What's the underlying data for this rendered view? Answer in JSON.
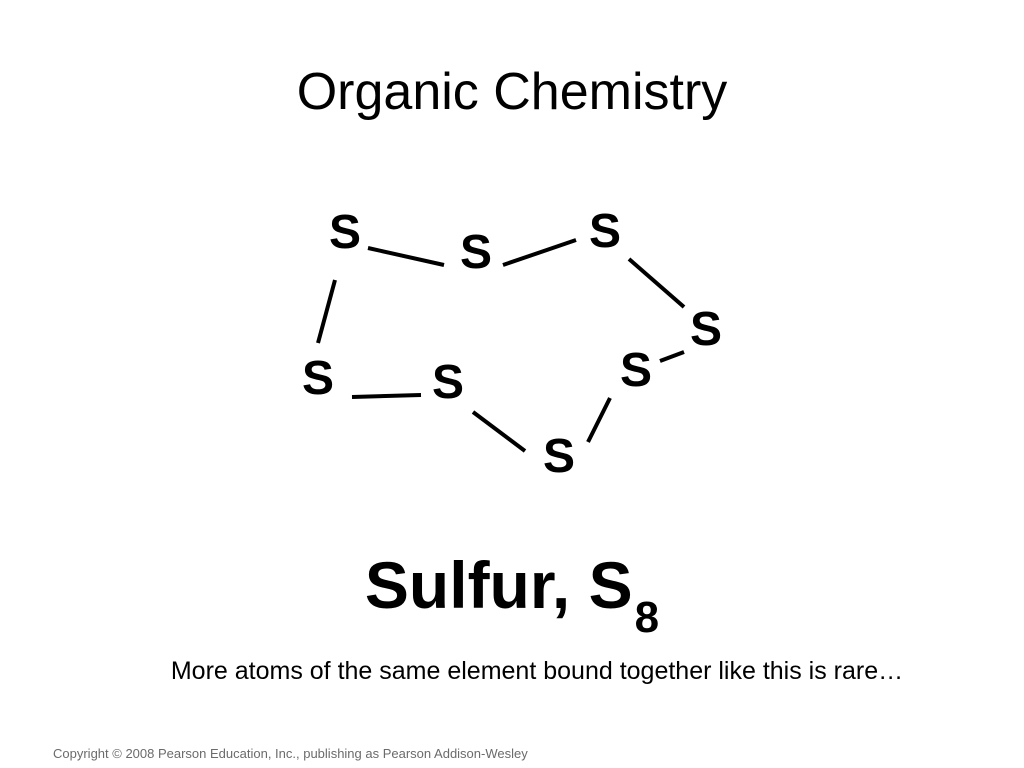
{
  "slide": {
    "title": "Organic Chemistry",
    "formula_name": "Sulfur, S",
    "formula_subscript": "8",
    "caption": "More atoms of the same element bound together like this is rare…",
    "copyright": "Copyright © 2008 Pearson Education, Inc., publishing as Pearson Addison-Wesley"
  },
  "molecule": {
    "atoms": [
      "S",
      "S",
      "S",
      "S",
      "S",
      "S",
      "S",
      "S"
    ],
    "bond_count": 8
  },
  "colors": {
    "text": "#000000",
    "copyright": "#6b6b6b",
    "background": "#ffffff"
  }
}
